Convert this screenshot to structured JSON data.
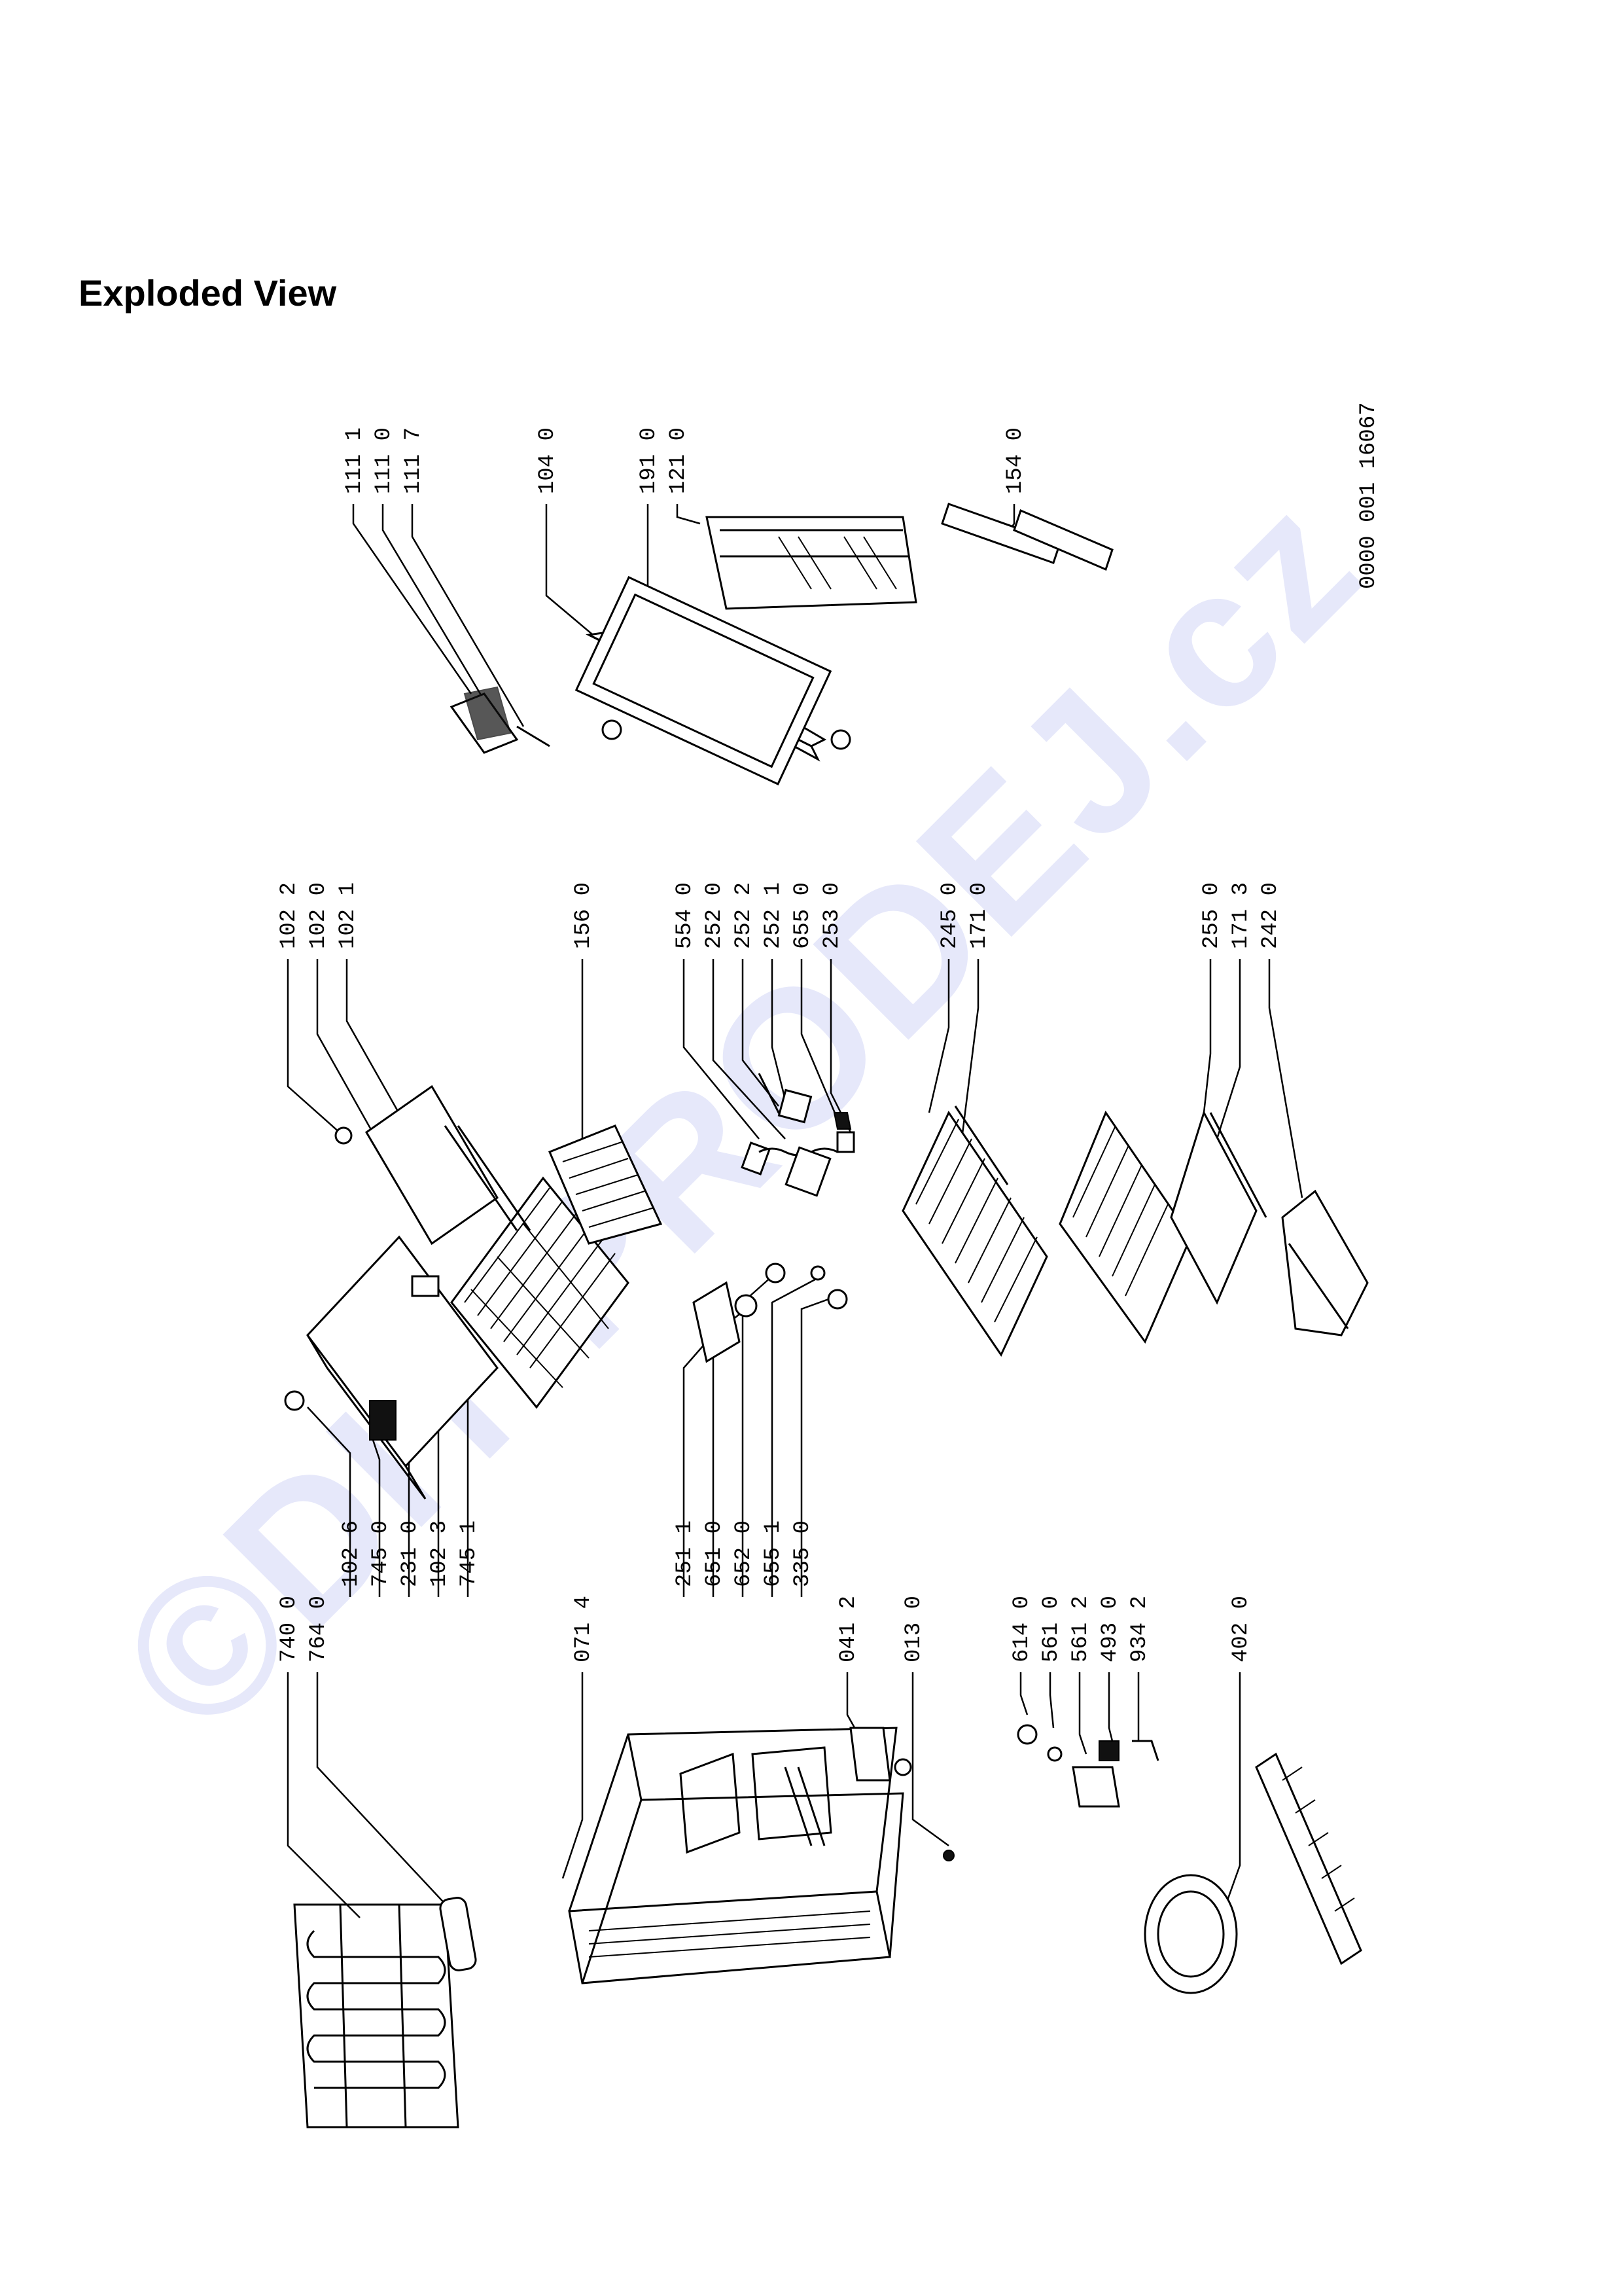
{
  "title": "Exploded View",
  "watermark": "©DIY-PRODEJ.cz",
  "doc_code": "0000 001  16067",
  "colors": {
    "watermark": "#e6e8fa",
    "ink": "#000000"
  },
  "groups": {
    "top_left": [
      "740 0",
      "764 0",
      "071 4",
      "041 2",
      "013 0"
    ],
    "evaporator": [
      "102 6",
      "745 0",
      "231 0",
      "102 3",
      "745 1",
      "102 2",
      "102 0",
      "102 1",
      "156 0"
    ],
    "thermostat": [
      "251 1",
      "651 0",
      "652 0",
      "655 1",
      "335 0",
      "554 0",
      "252 0",
      "252 2",
      "252 1",
      "655 0",
      "253 0"
    ],
    "shelves": [
      "245 0",
      "171 0",
      "255 0",
      "171 3",
      "242 0"
    ],
    "electrical": [
      "614 0",
      "561 0",
      "561 2",
      "493 0",
      "934 2",
      "402 0"
    ],
    "door": [
      "111 1",
      "111 0",
      "111 7",
      "104 0",
      "191 0",
      "121 0",
      "154 0"
    ]
  }
}
